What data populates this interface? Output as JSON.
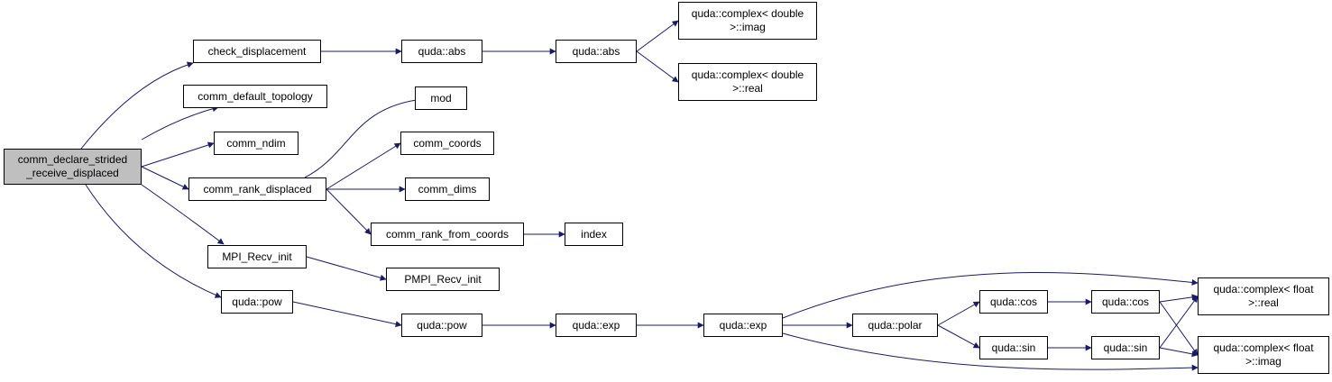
{
  "graph": {
    "edge_color": "#191970",
    "root_fill": "#bfbfbf",
    "nodes": [
      {
        "id": "root",
        "lines": [
          "comm_declare_strided",
          "_receive_displaced"
        ],
        "root": true
      },
      {
        "id": "check_displacement",
        "lines": [
          "check_displacement"
        ]
      },
      {
        "id": "comm_default_topology",
        "lines": [
          "comm_default_topology"
        ]
      },
      {
        "id": "comm_ndim",
        "lines": [
          "comm_ndim"
        ]
      },
      {
        "id": "comm_rank_displaced",
        "lines": [
          "comm_rank_displaced"
        ]
      },
      {
        "id": "MPI_Recv_init",
        "lines": [
          "MPI_Recv_init"
        ]
      },
      {
        "id": "quda_pow_1",
        "lines": [
          "quda::pow"
        ]
      },
      {
        "id": "quda_abs_1",
        "lines": [
          "quda::abs"
        ]
      },
      {
        "id": "quda_abs_2",
        "lines": [
          "quda::abs"
        ]
      },
      {
        "id": "complex_double_imag",
        "lines": [
          "quda::complex< double",
          ">::imag"
        ]
      },
      {
        "id": "complex_double_real",
        "lines": [
          "quda::complex< double",
          ">::real"
        ]
      },
      {
        "id": "mod",
        "lines": [
          "mod"
        ]
      },
      {
        "id": "comm_coords",
        "lines": [
          "comm_coords"
        ]
      },
      {
        "id": "comm_dims",
        "lines": [
          "comm_dims"
        ]
      },
      {
        "id": "comm_rank_from_coords",
        "lines": [
          "comm_rank_from_coords"
        ]
      },
      {
        "id": "index",
        "lines": [
          "index"
        ]
      },
      {
        "id": "PMPI_Recv_init",
        "lines": [
          "PMPI_Recv_init"
        ]
      },
      {
        "id": "quda_pow_2",
        "lines": [
          "quda::pow"
        ]
      },
      {
        "id": "quda_exp_1",
        "lines": [
          "quda::exp"
        ]
      },
      {
        "id": "quda_exp_2",
        "lines": [
          "quda::exp"
        ]
      },
      {
        "id": "quda_polar",
        "lines": [
          "quda::polar"
        ]
      },
      {
        "id": "quda_cos_1",
        "lines": [
          "quda::cos"
        ]
      },
      {
        "id": "quda_cos_2",
        "lines": [
          "quda::cos"
        ]
      },
      {
        "id": "quda_sin_1",
        "lines": [
          "quda::sin"
        ]
      },
      {
        "id": "quda_sin_2",
        "lines": [
          "quda::sin"
        ]
      },
      {
        "id": "complex_float_real",
        "lines": [
          "quda::complex< float",
          ">::real"
        ]
      },
      {
        "id": "complex_float_imag",
        "lines": [
          "quda::complex< float",
          ">::imag"
        ]
      }
    ],
    "edges": [
      [
        "root",
        "check_displacement"
      ],
      [
        "root",
        "comm_default_topology"
      ],
      [
        "root",
        "comm_ndim"
      ],
      [
        "root",
        "comm_rank_displaced"
      ],
      [
        "root",
        "MPI_Recv_init"
      ],
      [
        "root",
        "quda_pow_1"
      ],
      [
        "check_displacement",
        "quda_abs_1"
      ],
      [
        "quda_abs_1",
        "quda_abs_2"
      ],
      [
        "quda_abs_2",
        "complex_double_imag"
      ],
      [
        "quda_abs_2",
        "complex_double_real"
      ],
      [
        "comm_rank_displaced",
        "mod"
      ],
      [
        "comm_rank_displaced",
        "comm_coords"
      ],
      [
        "comm_rank_displaced",
        "comm_dims"
      ],
      [
        "comm_rank_displaced",
        "comm_rank_from_coords"
      ],
      [
        "comm_rank_from_coords",
        "index"
      ],
      [
        "MPI_Recv_init",
        "PMPI_Recv_init"
      ],
      [
        "quda_pow_1",
        "quda_pow_2"
      ],
      [
        "quda_pow_2",
        "quda_exp_1"
      ],
      [
        "quda_exp_1",
        "quda_exp_2"
      ],
      [
        "quda_exp_2",
        "quda_polar"
      ],
      [
        "quda_exp_2",
        "complex_float_real"
      ],
      [
        "quda_exp_2",
        "complex_float_imag"
      ],
      [
        "quda_polar",
        "quda_cos_1"
      ],
      [
        "quda_polar",
        "quda_sin_1"
      ],
      [
        "quda_cos_1",
        "quda_cos_2"
      ],
      [
        "quda_sin_1",
        "quda_sin_2"
      ],
      [
        "quda_cos_2",
        "complex_float_real"
      ],
      [
        "quda_cos_2",
        "complex_float_imag"
      ],
      [
        "quda_sin_2",
        "complex_float_real"
      ],
      [
        "quda_sin_2",
        "complex_float_imag"
      ]
    ]
  }
}
